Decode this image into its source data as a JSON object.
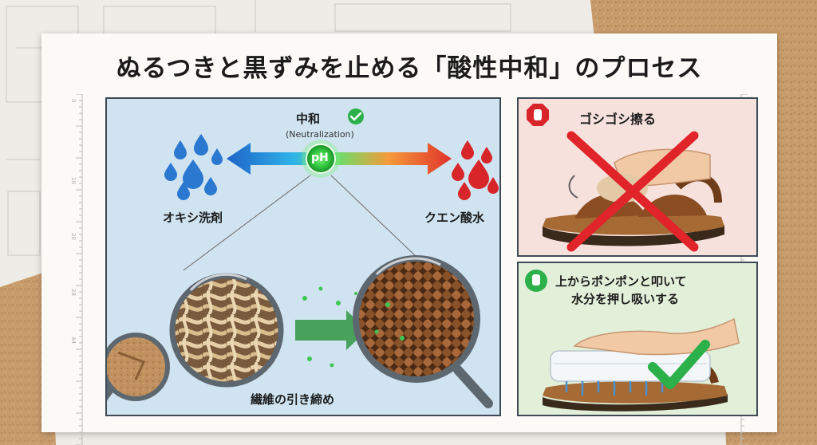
{
  "title": "ぬるつきと黒ずみを止める「酸性中和」のプロセス",
  "neutral": {
    "label": "中和",
    "sublabel": "(Neutralization)",
    "ph_badge": "pH",
    "alkaline_label": "オキシ洗剤",
    "acid_label": "クエン酸水",
    "fiber_caption": "繊維の引き締め"
  },
  "bad_method": {
    "label": "ゴシゴシ擦る"
  },
  "good_method": {
    "line1": "上からポンポンと叩いて",
    "line2": "水分を押し吸いする"
  },
  "ruler_left": [
    "0",
    "10",
    "20",
    "28",
    "44"
  ],
  "ruler_right": [
    "10",
    "10",
    "20",
    "30",
    "40"
  ],
  "colors": {
    "alkaline": "#2a78d0",
    "acid": "#d8252a",
    "check": "#2bb04a",
    "cross": "#e0242a",
    "panel_bg": "#cfe3f0"
  }
}
